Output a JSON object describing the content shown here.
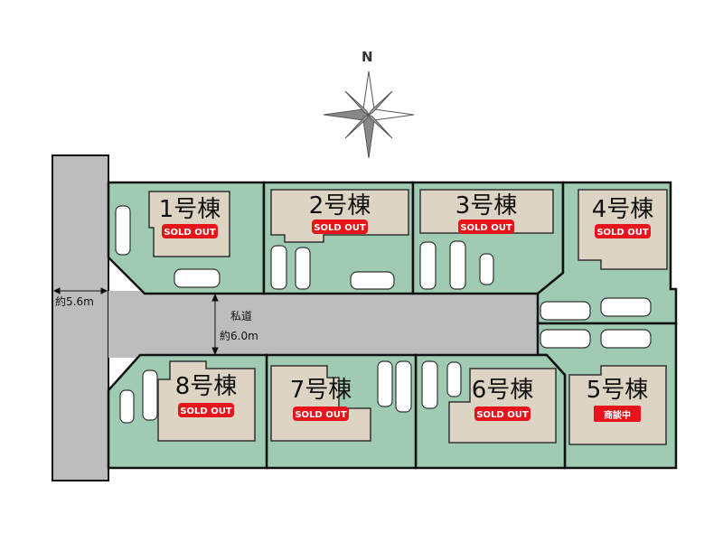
{
  "compass": {
    "north_label": "N"
  },
  "roads": {
    "public_width": "約5.6m",
    "private_name": "私道",
    "private_width": "約6.0m"
  },
  "lots": [
    {
      "label": "1号棟",
      "status": "SOLD OUT"
    },
    {
      "label": "2号棟",
      "status": "SOLD OUT"
    },
    {
      "label": "3号棟",
      "status": "SOLD OUT"
    },
    {
      "label": "4号棟",
      "status": "SOLD OUT"
    },
    {
      "label": "5号棟",
      "status": "商談中"
    },
    {
      "label": "6号棟",
      "status": "SOLD OUT"
    },
    {
      "label": "7号棟",
      "status": "SOLD OUT"
    },
    {
      "label": "8号棟",
      "status": "SOLD OUT"
    }
  ],
  "colors": {
    "lot": "#9fcbb3",
    "house": "#ddd4c4",
    "road": "#bdbdbd",
    "badge": "#e8141b"
  }
}
